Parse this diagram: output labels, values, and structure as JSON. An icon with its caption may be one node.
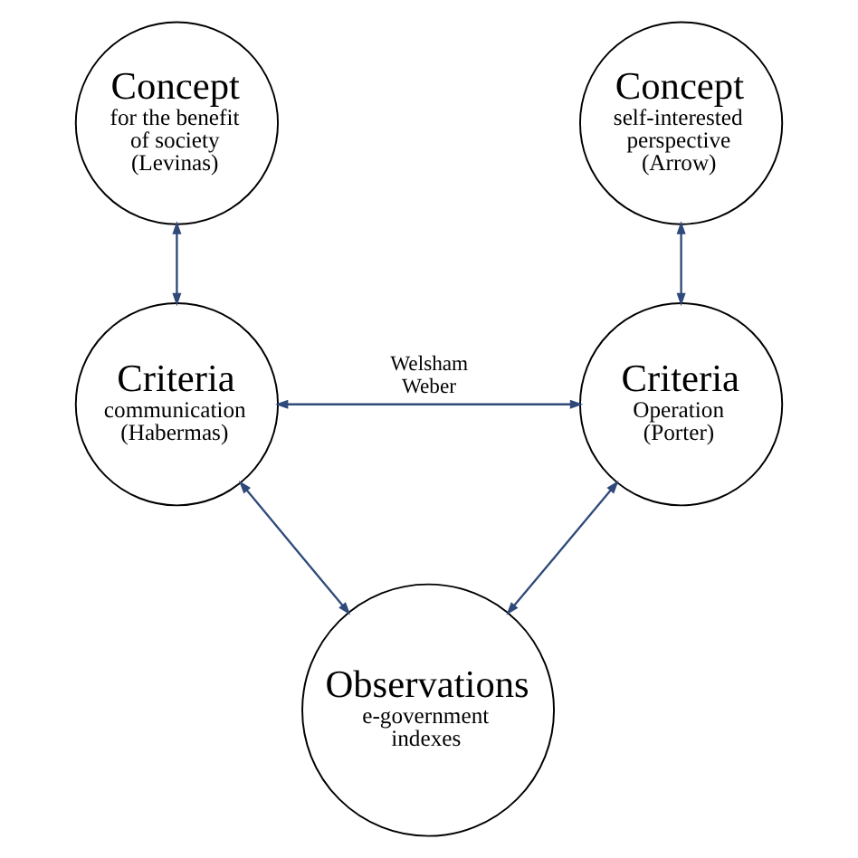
{
  "diagram": {
    "nodes": [
      {
        "text": [
          "Concept",
          "for the benefit of society",
          "(Levinas)"
        ]
      },
      {
        "text": [
          "Concept",
          "self-interested perspective",
          "(Arrow)"
        ]
      },
      {
        "text": [
          "Criteria",
          "communication",
          "(Habermas)"
        ]
      },
      {
        "text": [
          "Criteria",
          "Operation",
          "(Porter)"
        ]
      },
      {
        "text": [
          "Observations",
          "e-government indexes"
        ]
      }
    ],
    "edges": [
      {
        "from": 0,
        "to": 2,
        "arrow": "both"
      },
      {
        "from": 1,
        "to": 3,
        "arrow": "both"
      },
      {
        "from": 2,
        "to": 3,
        "arrow": "both",
        "label": "Welsham Weber"
      },
      {
        "from": 2,
        "to": 4,
        "arrow": "both"
      },
      {
        "from": 3,
        "to": 4,
        "arrow": "both"
      }
    ]
  }
}
